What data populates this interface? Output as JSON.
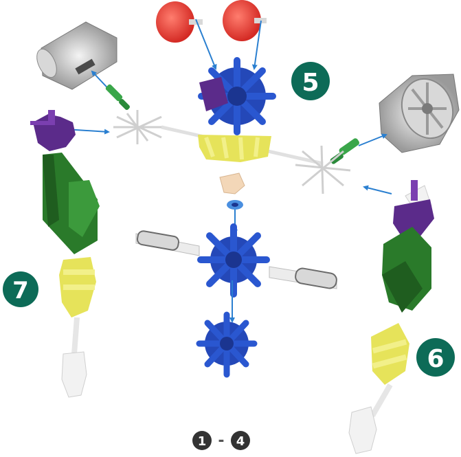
{
  "steps": {
    "step_5": "5",
    "step_6": "6",
    "step_7": "7"
  },
  "pager": {
    "from": "1",
    "separator": "-",
    "to": "4"
  },
  "colors": {
    "badge_green": "#0d6b57",
    "arrow_blue": "#2a7fd0",
    "connector_blue": "#2448b8",
    "connector_purple": "#5b2b8a",
    "connector_yellow": "#e6e35a",
    "rod_green": "#2a7a2a",
    "red_cap": "#e0403a"
  }
}
